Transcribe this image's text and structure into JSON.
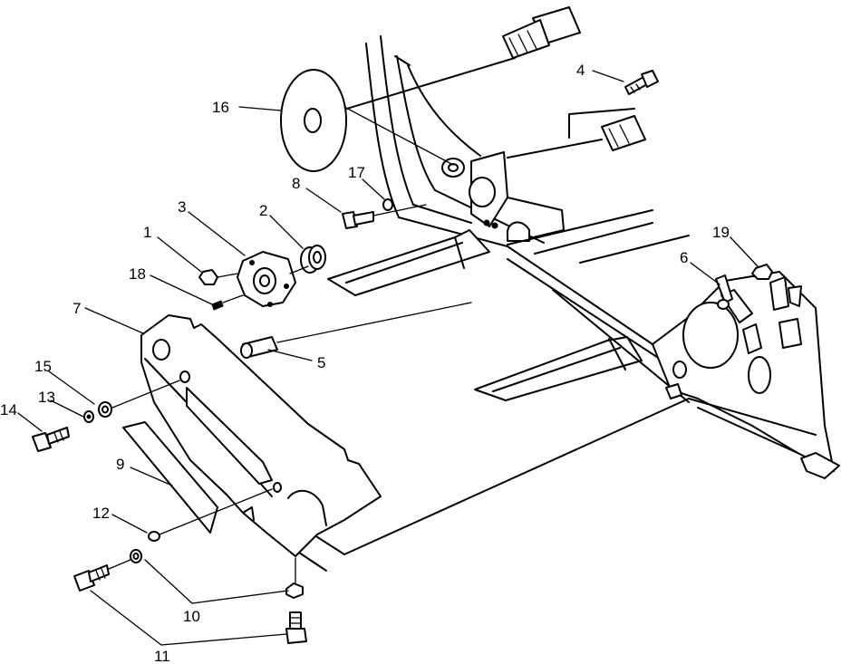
{
  "callouts": [
    {
      "id": "1",
      "label": "1"
    },
    {
      "id": "2",
      "label": "2"
    },
    {
      "id": "3",
      "label": "3"
    },
    {
      "id": "4",
      "label": "4"
    },
    {
      "id": "5",
      "label": "5"
    },
    {
      "id": "6",
      "label": "6"
    },
    {
      "id": "7",
      "label": "7"
    },
    {
      "id": "8",
      "label": "8"
    },
    {
      "id": "9",
      "label": "9"
    },
    {
      "id": "10",
      "label": "10"
    },
    {
      "id": "11",
      "label": "11"
    },
    {
      "id": "12",
      "label": "12"
    },
    {
      "id": "13",
      "label": "13"
    },
    {
      "id": "14",
      "label": "14"
    },
    {
      "id": "15",
      "label": "15"
    },
    {
      "id": "16",
      "label": "16"
    },
    {
      "id": "17",
      "label": "17"
    },
    {
      "id": "18",
      "label": "18"
    },
    {
      "id": "19",
      "label": "19"
    }
  ],
  "colors": {
    "ink": "#000000",
    "paper": "#ffffff"
  }
}
